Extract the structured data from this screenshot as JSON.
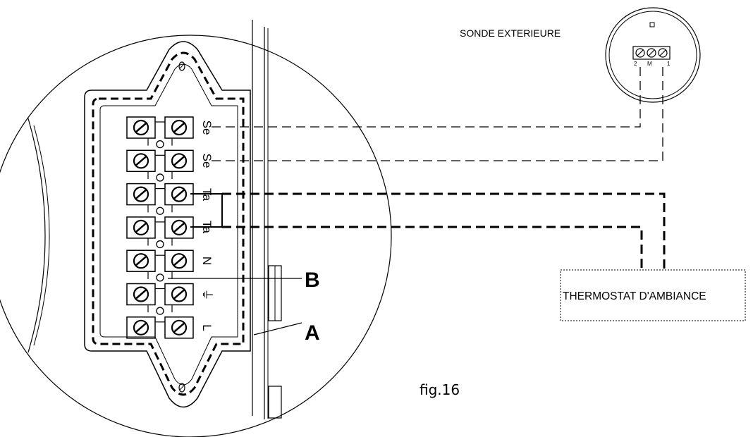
{
  "labels": {
    "sonde": "SONDE EXTERIEURE",
    "thermostat": "THERMOSTAT D'AMBIANCE",
    "callout_a": "A",
    "callout_b": "B",
    "figure": "fig.16",
    "sonde_pin_left": "2",
    "sonde_pin_mid": "M",
    "sonde_pin_right": "1"
  },
  "terminals": [
    "Se",
    "Se",
    "Ta",
    "Ta",
    "N",
    "⏚",
    "L"
  ],
  "colors": {
    "line": "#000000",
    "background": "#ffffff"
  }
}
